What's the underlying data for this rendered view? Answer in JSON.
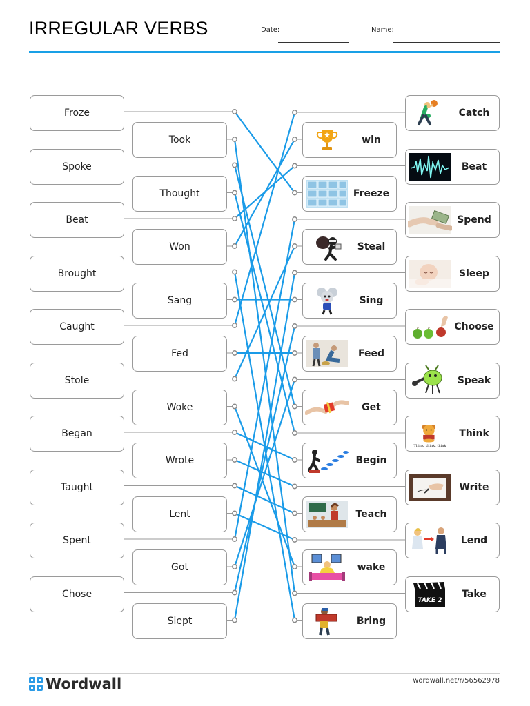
{
  "header": {
    "title": "IRREGULAR VERBS",
    "date_label": "Date:",
    "name_label": "Name:"
  },
  "left_column": [
    "Froze",
    "Spoke",
    "Beat",
    "Brought",
    "Caught",
    "Stole",
    "Began",
    "Taught",
    "Spent",
    "Chose"
  ],
  "middle_column": [
    "Took",
    "Thought",
    "Won",
    "Sang",
    "Fed",
    "Woke",
    "Wrote",
    "Lent",
    "Got",
    "Slept"
  ],
  "right_inner_column": [
    {
      "word": "win",
      "icon": "trophy-icon"
    },
    {
      "word": "Freeze",
      "icon": "ice-icon"
    },
    {
      "word": "Steal",
      "icon": "thief-icon"
    },
    {
      "word": "Sing",
      "icon": "singing-mouse-icon"
    },
    {
      "word": "Feed",
      "icon": "feeding-icon"
    },
    {
      "word": "Get",
      "icon": "gift-hands-icon"
    },
    {
      "word": "Begin",
      "icon": "start-steps-icon"
    },
    {
      "word": "Teach",
      "icon": "classroom-icon"
    },
    {
      "word": "wake",
      "icon": "waking-up-icon"
    },
    {
      "word": "Bring",
      "icon": "carrying-box-icon"
    }
  ],
  "right_outer_column": [
    {
      "word": "Catch",
      "icon": "catching-ball-icon"
    },
    {
      "word": "Beat",
      "icon": "sound-wave-icon"
    },
    {
      "word": "Spend",
      "icon": "paying-money-icon"
    },
    {
      "word": "Sleep",
      "icon": "sleeping-baby-icon"
    },
    {
      "word": "Choose",
      "icon": "choosing-apple-icon"
    },
    {
      "word": "Speak",
      "icon": "speaking-bug-icon"
    },
    {
      "word": "Think",
      "icon": "thinking-bear-icon"
    },
    {
      "word": "Write",
      "icon": "writing-hand-icon"
    },
    {
      "word": "Lend",
      "icon": "lending-people-icon"
    },
    {
      "word": "Take",
      "icon": "clapperboard-icon"
    }
  ],
  "think_caption": "Think, think, think",
  "take_caption": "TAKE 2",
  "connections": [
    [
      "L",
      0,
      "RI",
      1
    ],
    [
      "L",
      1,
      "RI",
      5
    ],
    [
      "L",
      2,
      "RO",
      1
    ],
    [
      "L",
      3,
      "RI",
      9
    ],
    [
      "L",
      4,
      "RO",
      0
    ],
    [
      "L",
      5,
      "RI",
      2
    ],
    [
      "L",
      6,
      "RI",
      6
    ],
    [
      "L",
      7,
      "RI",
      7
    ],
    [
      "L",
      8,
      "RO",
      2
    ],
    [
      "L",
      9,
      "RO",
      4
    ],
    [
      "M",
      0,
      "RO",
      9
    ],
    [
      "M",
      1,
      "RO",
      6
    ],
    [
      "M",
      2,
      "RI",
      0
    ],
    [
      "M",
      3,
      "RI",
      3
    ],
    [
      "M",
      4,
      "RI",
      4
    ],
    [
      "M",
      5,
      "RI",
      8
    ],
    [
      "M",
      6,
      "RO",
      7
    ],
    [
      "M",
      7,
      "RO",
      8
    ],
    [
      "M",
      8,
      "RO",
      5
    ],
    [
      "M",
      9,
      "RO",
      3
    ]
  ],
  "colors": {
    "accent": "#19a0e6",
    "line": "#1a9be8",
    "box_border": "#9a9a9a"
  },
  "footer": {
    "logo_text": "Wordwall",
    "url": "wordwall.net/r/56562978"
  }
}
